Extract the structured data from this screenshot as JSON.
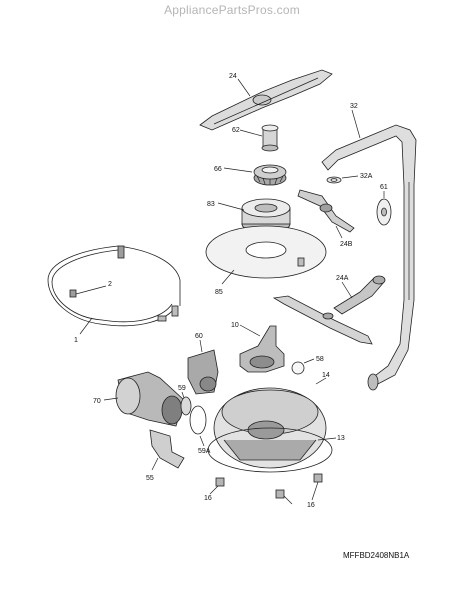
{
  "watermark": "AppliancePartsPros.com",
  "diagram_code": "MFFBD2408NB1A",
  "callouts": {
    "c24": "24",
    "c62": "62",
    "c32": "32",
    "c66": "66",
    "c32a": "32A",
    "c61": "61",
    "c83": "83",
    "c24b": "24B",
    "c2": "2",
    "c24a": "24A",
    "c85": "85",
    "c1": "1",
    "c10": "10",
    "c60": "60",
    "c58": "58",
    "c14": "14",
    "c70": "70",
    "c59": "59",
    "c59a": "59A",
    "c13": "13",
    "c55": "55",
    "c16a": "16",
    "c16b": "16"
  }
}
